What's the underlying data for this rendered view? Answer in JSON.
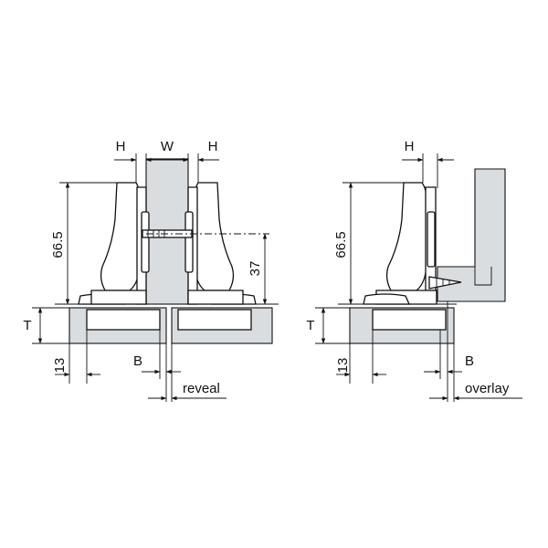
{
  "left_figure": {
    "dim_h_left": "H",
    "dim_w": "W",
    "dim_h_right": "H",
    "dim_height": "66.5",
    "dim_screw": "37",
    "dim_t": "T",
    "dim_13": "13",
    "dim_b": "B",
    "label_reveal": "reveal"
  },
  "right_figure": {
    "dim_h": "H",
    "dim_height": "66.5",
    "dim_t": "T",
    "dim_13": "13",
    "dim_b": "B",
    "label_overlay": "overlay"
  },
  "colors": {
    "panel": "#d9dde0",
    "line": "#111111"
  }
}
